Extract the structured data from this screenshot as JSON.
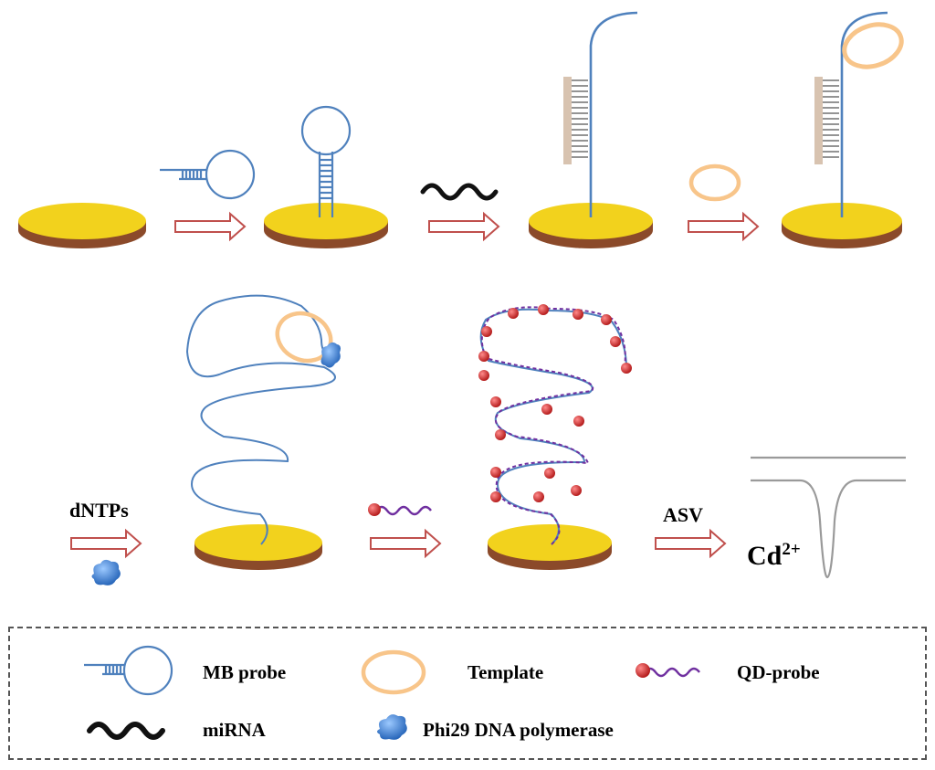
{
  "steps": {
    "dntps_label": "dNTPs",
    "asv_label": "ASV",
    "cd_label": "Cd",
    "cd_charge": "2+"
  },
  "legend": {
    "items": [
      {
        "key": "mb_probe",
        "label": "MB probe"
      },
      {
        "key": "template",
        "label": "Template"
      },
      {
        "key": "qd_probe",
        "label": "QD-probe"
      },
      {
        "key": "mirna",
        "label": "miRNA"
      },
      {
        "key": "polymerase",
        "label": "Phi29 DNA polymerase"
      }
    ]
  },
  "colors": {
    "electrode_top": "#f2d21d",
    "electrode_side": "#8b4a2a",
    "arrow_stroke": "#c0504d",
    "strand": "#4f81bd",
    "template_ring": "#f8c58a",
    "mirna": "#111111",
    "qd_bead": "#d62828",
    "qd_strand": "#7030a0",
    "polymerase": "#3a7fd5",
    "signal_line": "#9a9a9a"
  }
}
